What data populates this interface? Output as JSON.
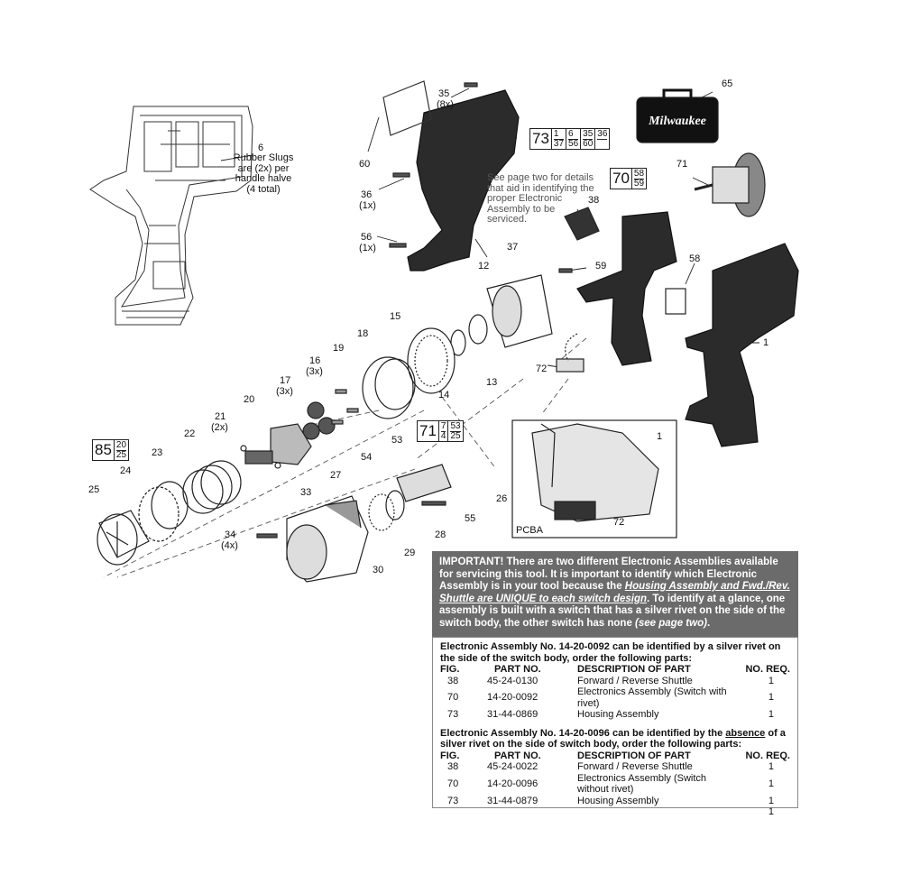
{
  "callouts": {
    "c1": "1",
    "c6": "6",
    "c12": "12",
    "c13": "13",
    "c14": "14",
    "c15": "15",
    "c16": "16",
    "c16q": "(3x)",
    "c17": "17",
    "c17q": "(3x)",
    "c18": "18",
    "c19": "19",
    "c20": "20",
    "c21": "21",
    "c21q": "(2x)",
    "c22": "22",
    "c23": "23",
    "c24": "24",
    "c25": "25",
    "c26": "26",
    "c27": "27",
    "c28": "28",
    "c29": "29",
    "c30": "30",
    "c33": "33",
    "c34": "34",
    "c34q": "(4x)",
    "c35": "35",
    "c35q": "(8x)",
    "c36": "36",
    "c36q": "(1x)",
    "c37": "37",
    "c38": "38",
    "c53": "53",
    "c54": "54",
    "c55": "55",
    "c56": "56",
    "c56q": "(1x)",
    "c58": "58",
    "c59": "59",
    "c60": "60",
    "c65": "65",
    "c71": "71",
    "c72": "72",
    "c72b": "72",
    "c1b": "1"
  },
  "notes": {
    "rubber_slugs": [
      "Rubber Slugs",
      "are (2x) per",
      "handle halve",
      "(4 total)"
    ],
    "see_page_two": [
      "See page two for details",
      "that aid in identifying the",
      "proper Electronic",
      "Assembly to be",
      "serviced."
    ],
    "pcba": "PCBA"
  },
  "kits": {
    "k73": {
      "main": "73",
      "cells": [
        [
          "1",
          "37"
        ],
        [
          "6",
          "56"
        ],
        [
          "35",
          "60"
        ],
        [
          "36",
          ""
        ]
      ]
    },
    "k70": {
      "main": "70",
      "cells": [
        [
          "58",
          "59"
        ]
      ]
    },
    "k85": {
      "main": "85",
      "cells": [
        [
          "20",
          "25"
        ]
      ]
    },
    "k71": {
      "main": "71",
      "cells": [
        [
          "7",
          "4"
        ],
        [
          "53",
          "25"
        ]
      ]
    }
  },
  "brand": "Milwaukee",
  "important": {
    "p1": "IMPORTANT! There are two different Electronic Assemblies available for servicing this tool. It is important to identify which Electronic Assembly is in your tool because the ",
    "emph": "Housing Assembly and Fwd./Rev. Shuttle are UNIQUE to each switch design",
    "p2": ". To identify at a glance, one assembly is built with a switch that has a silver rivet on the side of the switch body, the other switch has none ",
    "p3": "(see page two)",
    "p4": "."
  },
  "assembly1": {
    "intro": "Electronic Assembly No. 14-20-0092 can be identified by a silver rivet on the side of the switch body, order the following parts:",
    "headers": [
      "FIG.",
      "PART NO.",
      "DESCRIPTION OF PART",
      "NO. REQ."
    ],
    "rows": [
      [
        "38",
        "45-24-0130",
        "Forward / Reverse Shuttle",
        "1"
      ],
      [
        "70",
        "14-20-0092",
        "Electronics Assembly (Switch with rivet)",
        "1"
      ],
      [
        "73",
        "31-44-0869",
        "Housing Assembly",
        "1"
      ]
    ]
  },
  "assembly2": {
    "intro_a": "Electronic Assembly No. 14-20-0096 can be identified by the ",
    "intro_b": "absence",
    "intro_c": " of a silver rivet on the side of switch body, order the following parts:",
    "headers": [
      "FIG.",
      "PART NO.",
      "DESCRIPTION OF PART",
      "NO. REQ."
    ],
    "rows": [
      [
        "38",
        "45-24-0022",
        "Forward / Reverse Shuttle",
        "1"
      ],
      [
        "70",
        "14-20-0096",
        "Electronics Assembly (Switch without rivet)",
        "1"
      ],
      [
        "73",
        "31-44-0879",
        "Housing Assembly",
        "1"
      ],
      [
        "",
        "",
        "",
        "1"
      ]
    ]
  },
  "colors": {
    "header_bg": "#6b6b6b",
    "ink": "#111111",
    "part_fill": "#2b2b2b"
  }
}
